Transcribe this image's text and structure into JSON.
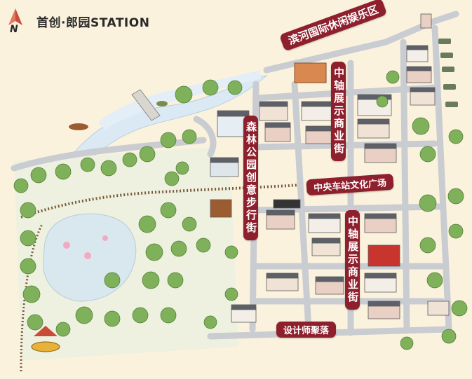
{
  "header": {
    "compass_letter": "N",
    "title": "首创·郎园STATION"
  },
  "labels": {
    "binhe": "滨河国际休闲娱乐区",
    "zhongzhou_top": "中轴展示商业街",
    "zhongzhou_bottom": "中轴展示商业街",
    "senlin": "森林公园创意步行街",
    "central_station": "中央车站文化广场",
    "designer": "设计师聚落"
  },
  "colors": {
    "background": "#fbf2de",
    "label_fill": "#8e1f2d",
    "label_text": "#ffffff",
    "road": "#c9ccd1",
    "river": "#dbe9f4",
    "tree": "#7fb05a",
    "building_roof": "#5d6068"
  }
}
